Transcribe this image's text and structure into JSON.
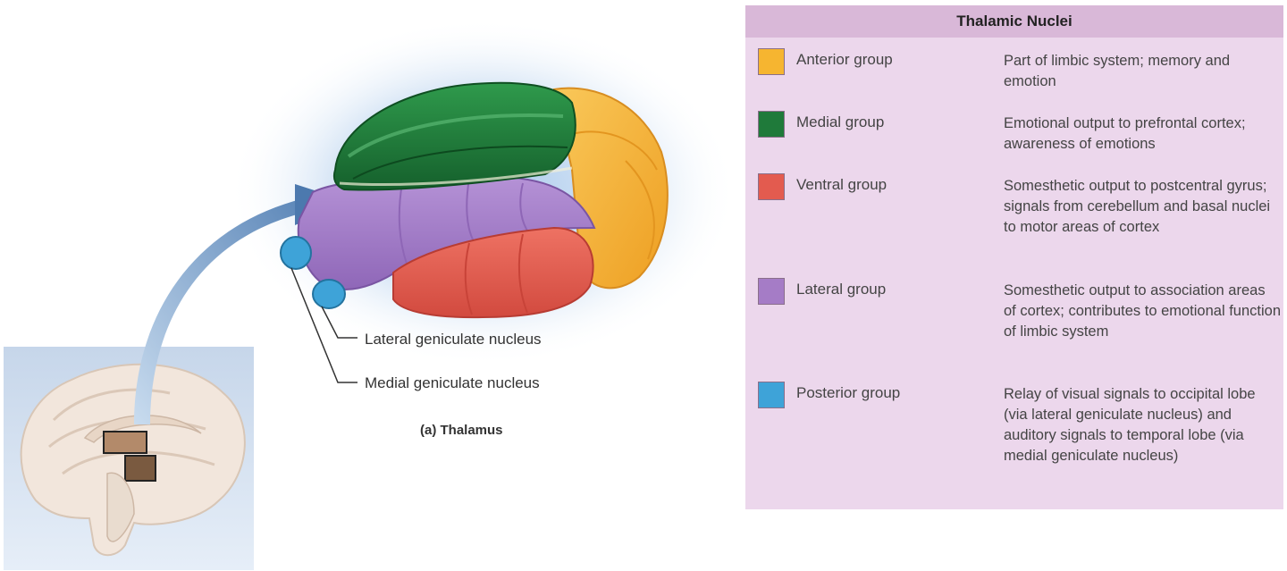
{
  "figure": {
    "caption": "(a) Thalamus",
    "labels": {
      "lateral_geniculate": "Lateral geniculate nucleus",
      "medial_geniculate": "Medial geniculate nucleus"
    }
  },
  "legend": {
    "title": "Thalamic Nuclei",
    "groups": [
      {
        "name": "Anterior group",
        "color": "#f6b530",
        "description": "Part of limbic system; memory and emotion"
      },
      {
        "name": "Medial group",
        "color": "#1f7a3a",
        "description": "Emotional output to prefrontal cortex; awareness of emotions"
      },
      {
        "name": "Ventral group",
        "color": "#e35b4f",
        "description": "Somesthetic output to postcentral gyrus; signals from cerebellum and basal nuclei to motor areas of cortex"
      },
      {
        "name": "Lateral group",
        "color": "#a57cc6",
        "description": "Somesthetic output to association areas of cortex; contributes to emotional function of limbic system"
      },
      {
        "name": "Posterior group",
        "color": "#3ea3d8",
        "description": "Relay of visual signals to occipital lobe (via lateral geniculate nucleus) and auditory signals to temporal lobe (via medial geniculate nucleus)"
      }
    ]
  }
}
